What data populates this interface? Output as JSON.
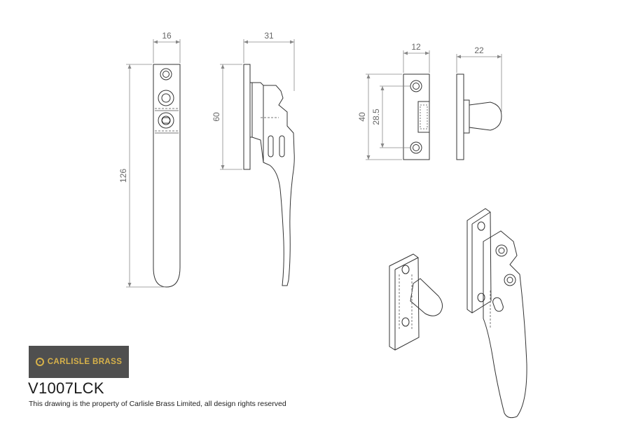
{
  "brand": {
    "name": "CARLISLE BRASS",
    "accent_color": "#d8b24a",
    "box_color": "#4f4f4f",
    "icon": "carlisle-c-icon"
  },
  "product": {
    "code": "V1007LCK",
    "notice": "This drawing is the property of Carlisle Brass Limited, all design rights reserved"
  },
  "dimensions": {
    "handle_front_width": "16",
    "handle_side_depth": "31",
    "handle_height": "126",
    "handle_base_height": "60",
    "keep_front_width": "12",
    "keep_side_depth": "22",
    "keep_height": "40",
    "keep_hole_spacing": "28.5"
  }
}
